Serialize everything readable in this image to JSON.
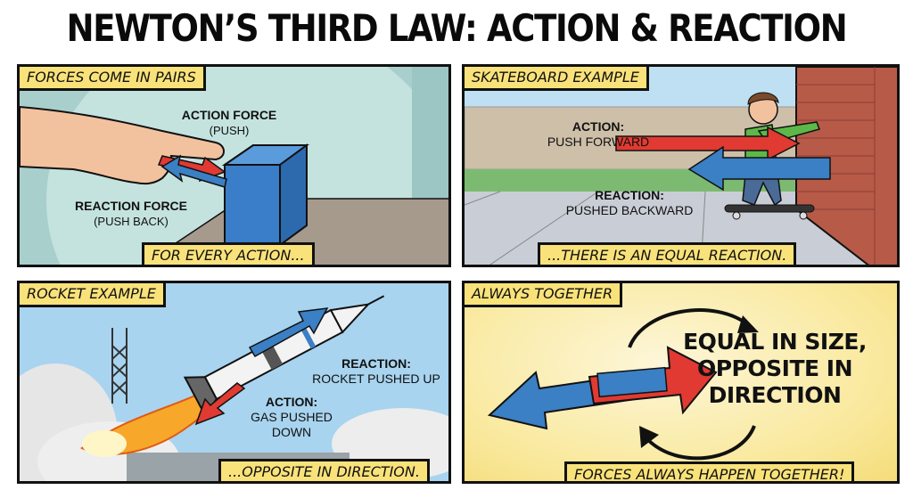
{
  "title": "NEWTON’S THIRD LAW: ACTION & REACTION",
  "panels": {
    "pairs": {
      "caption": "FORCES COME IN PAIRS",
      "action_label": "ACTION FORCE",
      "action_sub": "(PUSH)",
      "reaction_label": "REACTION FORCE",
      "reaction_sub": "(PUSH BACK)",
      "footer": "FOR EVERY ACTION..."
    },
    "skateboard": {
      "caption": "SKATEBOARD EXAMPLE",
      "action_label": "ACTION:",
      "action_sub": "PUSH FORWARD",
      "reaction_label": "REACTION:",
      "reaction_sub": "PUSHED BACKWARD",
      "footer": "...THERE IS AN EQUAL REACTION."
    },
    "rocket": {
      "caption": "ROCKET EXAMPLE",
      "reaction_label": "REACTION:",
      "reaction_sub": "ROCKET PUSHED UP",
      "action_label": "ACTION:",
      "action_sub_1": "GAS PUSHED",
      "action_sub_2": "DOWN",
      "footer": "...OPPOSITE IN DIRECTION."
    },
    "together": {
      "caption": "ALWAYS TOGETHER",
      "line1": "EQUAL IN SIZE,",
      "line2": "OPPOSITE IN",
      "line3": "DIRECTION",
      "footer": "FORCES ALWAYS HAPPEN TOGETHER!"
    }
  },
  "colors": {
    "action_red": "#e03a32",
    "reaction_blue": "#3b7fc4",
    "caption_yellow": "#f9e27a",
    "border": "#111111"
  }
}
